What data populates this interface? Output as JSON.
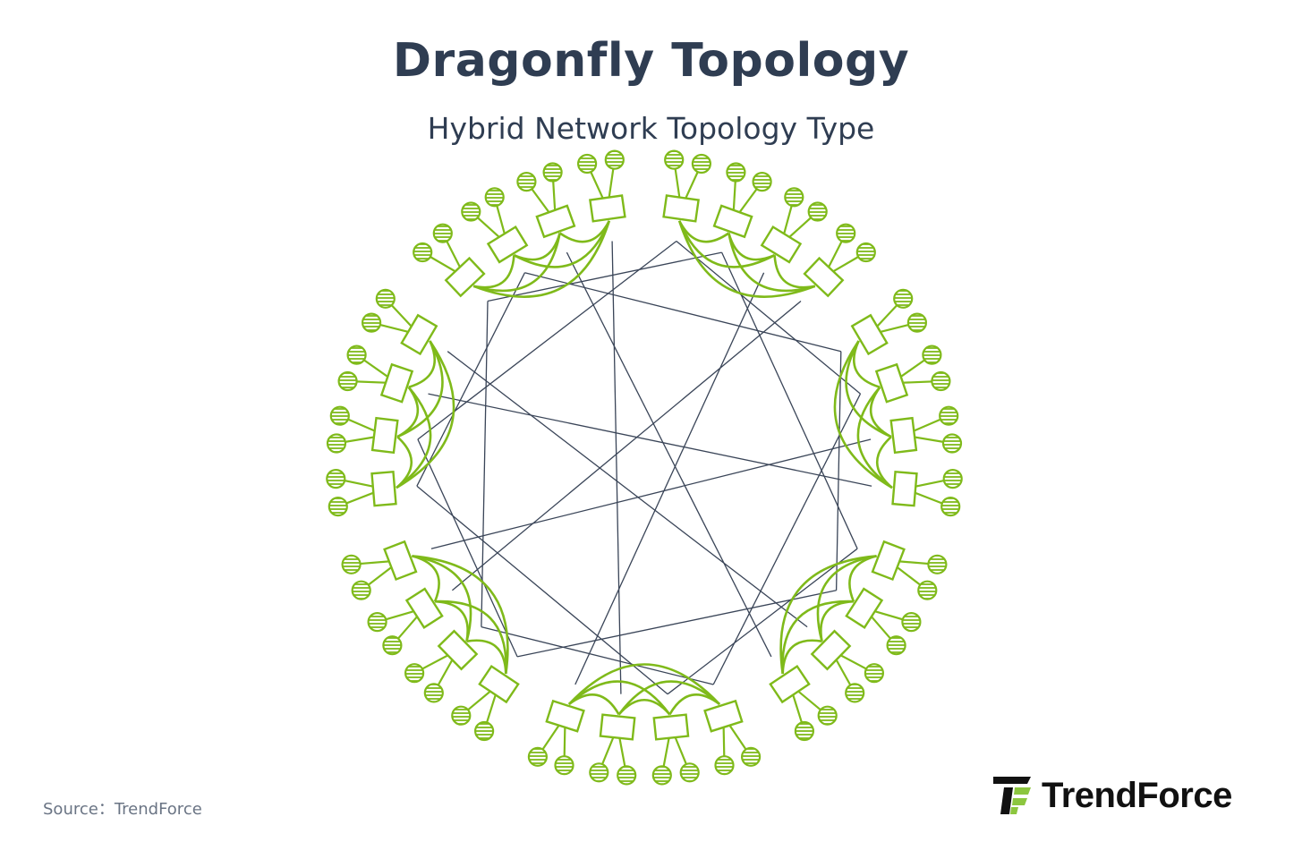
{
  "header": {
    "title": "Dragonfly Topology",
    "subtitle": "Hybrid Network Topology Type"
  },
  "footer": {
    "source": "Source：TrendForce",
    "logo_text": "TrendForce"
  },
  "diagram": {
    "group_count": 7,
    "routers_per_group": 4,
    "nodes_per_router": 2,
    "colors": {
      "group": "#7fba1a",
      "global_link": "#3a4558",
      "brand": "#8cc63f"
    }
  }
}
